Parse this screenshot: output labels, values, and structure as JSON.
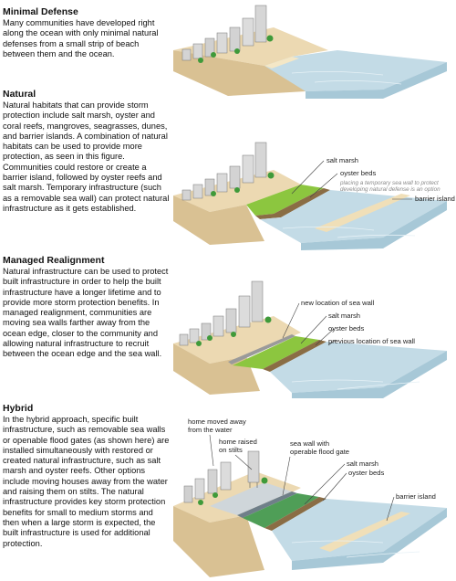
{
  "panels": [
    {
      "id": "minimal",
      "heading": "Minimal Defense",
      "body": "Many communities have developed right along the ocean with only minimal natural defenses from a small strip of beach between them and the ocean.",
      "labels": []
    },
    {
      "id": "natural",
      "heading": "Natural",
      "body": "Natural habitats that can provide storm protection include salt marsh, oyster and coral reefs, mangroves, seagrasses, dunes, and barrier islands.  A combination of natural habitats can be used to provide more protection, as seen in this figure.  Communities could restore or create a barrier island, followed by oyster reefs and salt marsh. Temporary infrastructure (such as a removable sea wall) can protect natural infrastructure as it gets established.",
      "labels": {
        "salt_marsh": "salt marsh",
        "oyster_beds": "oyster beds",
        "note_line1": "placing a temporary sea wall to protect",
        "note_line2": "developing natural defense is an option",
        "barrier_island": "barrier island"
      }
    },
    {
      "id": "managed",
      "heading": "Managed Realignment",
      "body": "Natural infrastructure can be used to protect built infrastructure in order to help the built infrastructure have a longer lifetime and to provide more storm protection benefits.  In managed realignment, communities are moving sea walls farther away from the ocean edge, closer to the community and allowing natural infrastructure to recruit between the ocean edge and the sea wall.",
      "labels": {
        "new_sea_wall": "new location of sea wall",
        "salt_marsh": "salt marsh",
        "oyster_beds": "oyster beds",
        "previous_sea_wall": "previous location of sea wall"
      }
    },
    {
      "id": "hybrid",
      "heading": "Hybrid",
      "body": "In the hybrid approach, specific built infrastructure, such as removable sea walls or openable flood gates (as shown here) are installed simultaneously with restored or created natural infrastructure, such as salt marsh and oyster reefs.  Other options include moving houses away from the water and raising them on stilts. The natural infrastructure provides key storm protection benefits for small to medium storms and then when a large storm is expected, the built infrastructure is used for additional protection.",
      "labels": {
        "home_moved_line1": "home moved away",
        "home_moved_line2": "from the water",
        "home_raised_line1": "home raised",
        "home_raised_line2": "on stilts",
        "sea_wall_line1": "sea wall with",
        "sea_wall_line2": "operable flood gate",
        "salt_marsh": "salt marsh",
        "oyster_beds": "oyster beds",
        "barrier_island": "barrier island"
      }
    }
  ],
  "colors": {
    "sand": "#ecd9b2",
    "sand_side": "#d7bd8b",
    "water": "#bcd7e4",
    "water_side": "#9ec3d4",
    "marsh": "#8cc63f",
    "oyster": "#8a6d45",
    "building": "#d9d9d9",
    "tree": "#3f9a3a"
  }
}
